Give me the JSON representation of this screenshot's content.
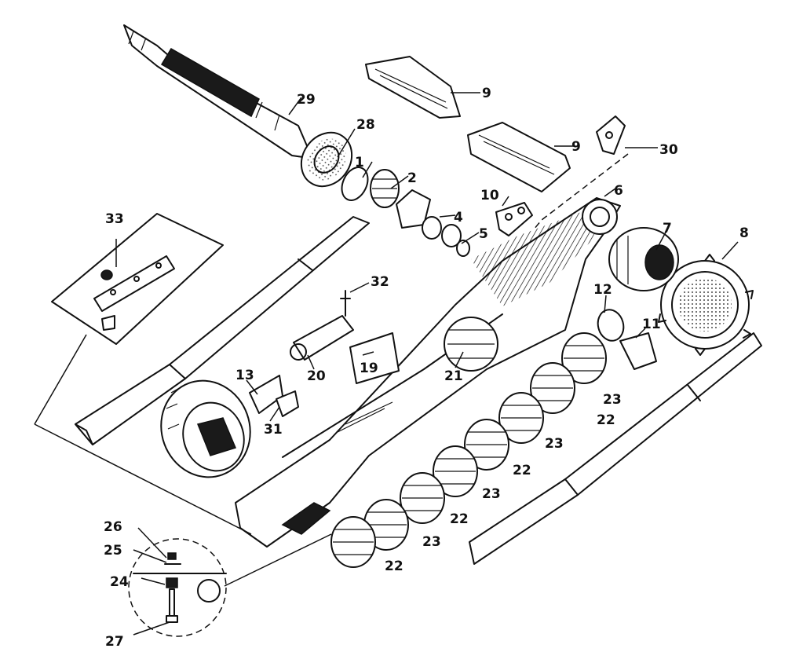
{
  "callouts": {
    "n1": "1",
    "n2": "2",
    "n4": "4",
    "n5": "5",
    "n6": "6",
    "n7": "7",
    "n8": "8",
    "n9a": "9",
    "n9b": "9",
    "n10": "10",
    "n11": "11",
    "n12": "12",
    "n13": "13",
    "n19": "19",
    "n20": "20",
    "n21": "21",
    "n22a": "22",
    "n22b": "22",
    "n22c": "22",
    "n22d": "22",
    "n23a": "23",
    "n23b": "23",
    "n23c": "23",
    "n23d": "23",
    "n24": "24",
    "n25": "25",
    "n26": "26",
    "n27": "27",
    "n28": "28",
    "n29": "29",
    "n30": "30",
    "n31": "31",
    "n32": "32",
    "n33": "33"
  },
  "colors": {
    "ink": "#111111",
    "paper": "#ffffff"
  }
}
